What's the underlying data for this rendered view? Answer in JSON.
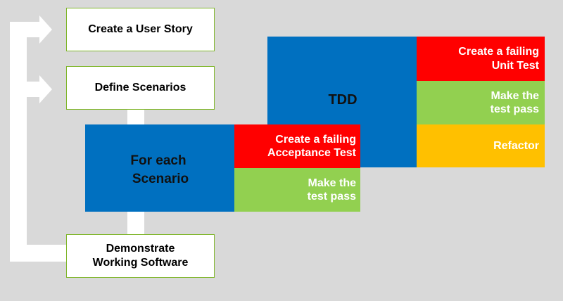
{
  "flow": {
    "create_user_story": "Create a User Story",
    "define_scenarios": "Define Scenarios",
    "demonstrate_1": "Demonstrate",
    "demonstrate_2": "Working Software"
  },
  "scenario": {
    "label_1": "For each",
    "label_2": "Scenario",
    "failing_acceptance_1": "Create a failing",
    "failing_acceptance_2": "Acceptance Test",
    "make_pass_1": "Make the",
    "make_pass_2": "test pass"
  },
  "tdd": {
    "label": "TDD",
    "failing_unit_1": "Create a failing",
    "failing_unit_2": "Unit Test",
    "make_pass_1": "Make the",
    "make_pass_2": "test pass",
    "refactor": "Refactor"
  },
  "colors": {
    "background": "#d9d9d9",
    "blue": "#0070c0",
    "red": "#ff0000",
    "green": "#92d050",
    "orange": "#ffc000",
    "box_border": "#7fb62a"
  }
}
